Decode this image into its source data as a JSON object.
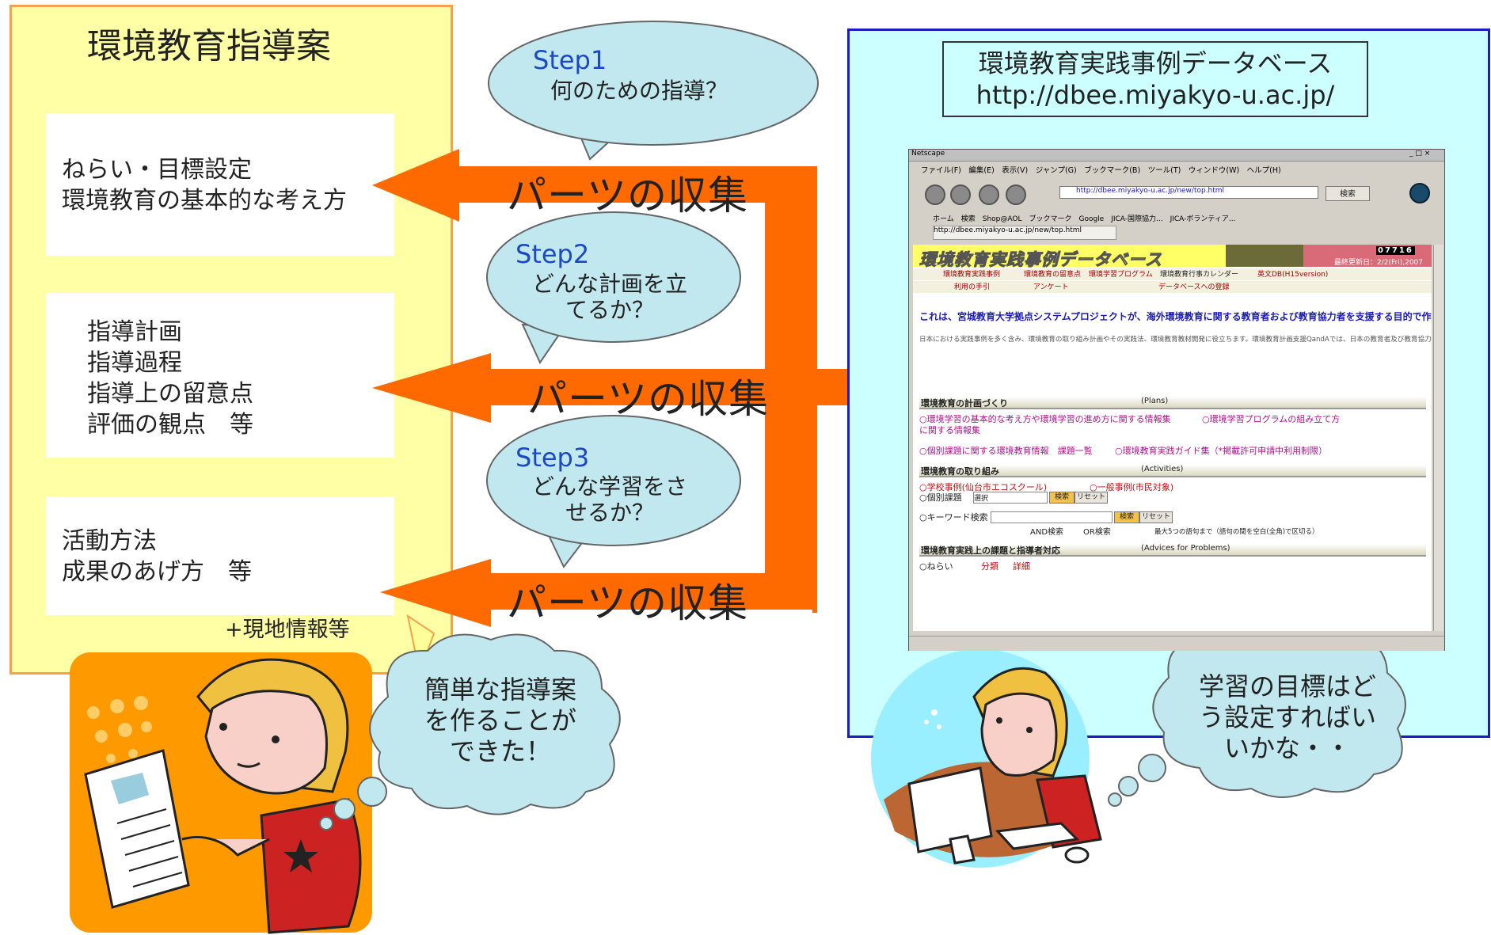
{
  "plan": {
    "title": "環境教育指導案",
    "card1": [
      "ねらい・目標設定",
      "環境教育の基本的な考え方"
    ],
    "card2": [
      "指導計画",
      "指導過程",
      "指導上の留意点",
      "評価の観点　等"
    ],
    "card3": [
      "活動方法",
      "成果のあげ方　等"
    ],
    "extra": "+現地情報等"
  },
  "arrows": {
    "label1": "パーツの収集",
    "label2": "パーツの収集",
    "label3": "パーツの収集",
    "color": "#ff6a00"
  },
  "steps": [
    {
      "title": "Step1",
      "question": [
        "何のための指導？"
      ]
    },
    {
      "title": "Step2",
      "question": [
        "どんな計画を立",
        "てるか？"
      ]
    },
    {
      "title": "Step3",
      "question": [
        "どんな学習をさ",
        "せるか？"
      ]
    }
  ],
  "thoughts": {
    "left": [
      "簡単な指導案",
      "を作ることが",
      "できた！"
    ],
    "right": [
      "学習の目標はど",
      "う設定すればい",
      "いかな・・"
    ]
  },
  "database": {
    "title": "環境教育実践事例データベース",
    "url": "http://dbee.miyakyo-u.ac.jp/"
  },
  "browser": {
    "window_title": "Netscape",
    "menu": "ファイル(F)　編集(E)　表示(V)　ジャンプ(G)　ブックマーク(B)　ツール(T)　ウィンドウ(W)　ヘルプ(H)",
    "address": "http://dbee.miyakyo-u.ac.jp/new/top.html",
    "search_button": "検索",
    "links_bar": "ホーム　検索　Shop@AOL　ブックマーク　Google　JICA-国際協力...　JICA-ボランティア...",
    "tab": "http://dbee.miyakyo-u.ac.jp/new/top.html"
  },
  "db_page": {
    "banner": "環境教育実践事例データベース",
    "counter": "07716",
    "updated": "最終更新日：2/2(Fri),2007",
    "nav_row1": [
      "環境教育実践事例",
      "環境教育の留意点",
      "環境学習プログラム",
      "環境教育行事カレンダー",
      "英文DB(H15version)"
    ],
    "nav_row2": [
      "利用の手引",
      "アンケート",
      "データベースへの登録"
    ],
    "intro": "これは、宮城教育大学拠点システムプロジェクトが、海外環境教育に関する教育者および教育協力者を支援する目的で作成した環境教育総合支援データベースです。",
    "intro_small": "日本における実践事例を多く含み、環境教育の取り組み計画やその実践法、環境教育教材開発に役立ちます。環境教育計画支援QandAでは、日本の教育者及び教育協力者からの教育実践に関わる様々な質問に答えその内容を公開します。このデータベースは、文部科学省国際教育協力（拠点システム）事業として平成15年から3年間をかけて構築したもので、平成18年より開始された文部科学省拠点システム事業（国際教育協力イニシアティブ）事業において、JICAの協力を受けて青年海外協力隊派遣現職教員に対する活動サポートに活用します。",
    "sec1": {
      "name": "環境教育の計画づくり",
      "en": "(Plans)"
    },
    "sec1_links": [
      "○環境学習の基本的な考え方や環境学習の進め方に関する情報集",
      "○環境学習プログラムの組み立て方",
      "に関する情報集",
      "○個別課題に関する環境教育情報　課題一覧",
      "○環境教育実践ガイド集（*掲載許可申請中利用制限）"
    ],
    "sec2": {
      "name": "環境教育の取り組み",
      "en": "(Activities)"
    },
    "sec2_items": [
      "○学校事例(仙台市エコスクール)",
      "○一般事例(市民対象)",
      "○個別課題",
      "選択",
      "検索",
      "リセット",
      "○キーワード検索",
      "検索",
      "リセット",
      "AND検索",
      "OR検索",
      "最大5つの語句まで（語句の間を空白(全角)で区切る）"
    ],
    "sec3": {
      "name": "環境教育実践上の課題と指導者対応",
      "en": "(Advices for Problems)"
    },
    "sec3_items": [
      "○ねらい",
      "分類",
      "詳細"
    ]
  }
}
